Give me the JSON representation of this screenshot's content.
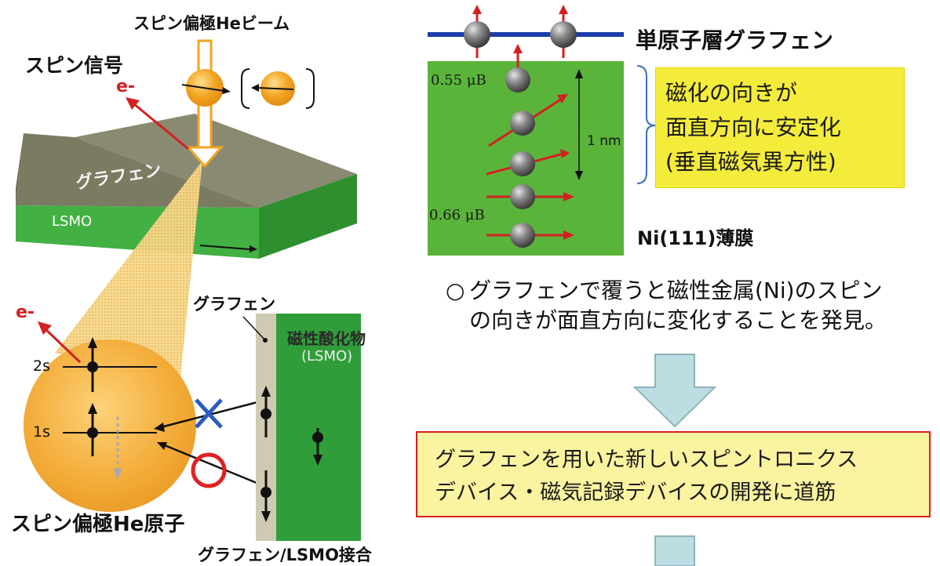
{
  "left": {
    "beam_label": "スピン偏極Heビーム",
    "signal_label": "スピン信号",
    "electron_top": "e-",
    "graphene_on_slab": "グラフェン",
    "lsmo_on_slab": "LSMO",
    "electron_left": "e-",
    "level_2s": "2s",
    "level_1s": "1s",
    "atom_label": "スピン偏極He原子",
    "graphene_junction": "グラフェン",
    "oxide_label": "磁性酸化物",
    "oxide_sub": "(LSMO)",
    "junction_caption": "グラフェン/LSMO接合"
  },
  "right": {
    "graphene_label": "単原子層グラフェン",
    "moment_top": "0.55 μB",
    "moment_bottom": "0.66 μB",
    "thickness": "1 nm",
    "film_label": "Ni(111)薄膜",
    "box_lines": [
      "磁化の向きが",
      "面直方向に安定化",
      "(垂直磁気異方性)"
    ],
    "bullet_symbol": "○",
    "bullet_line1": "グラフェンで覆うと磁性金属(Ni)のスピン",
    "bullet_line2": "の向きが面直方向に変化することを発見。",
    "result_line1": "グラフェンを用いた新しいスピントロニクス",
    "result_line2": "デバイス・磁気記録デバイスの開発に道筋"
  },
  "colors": {
    "green": "#3cae3c",
    "graphene_blue": "#1a3fa8",
    "arrow_red": "#d42020",
    "yellow": "#f4ec3a",
    "orange": "#f2a421",
    "light_blue": "#bcdde2"
  }
}
